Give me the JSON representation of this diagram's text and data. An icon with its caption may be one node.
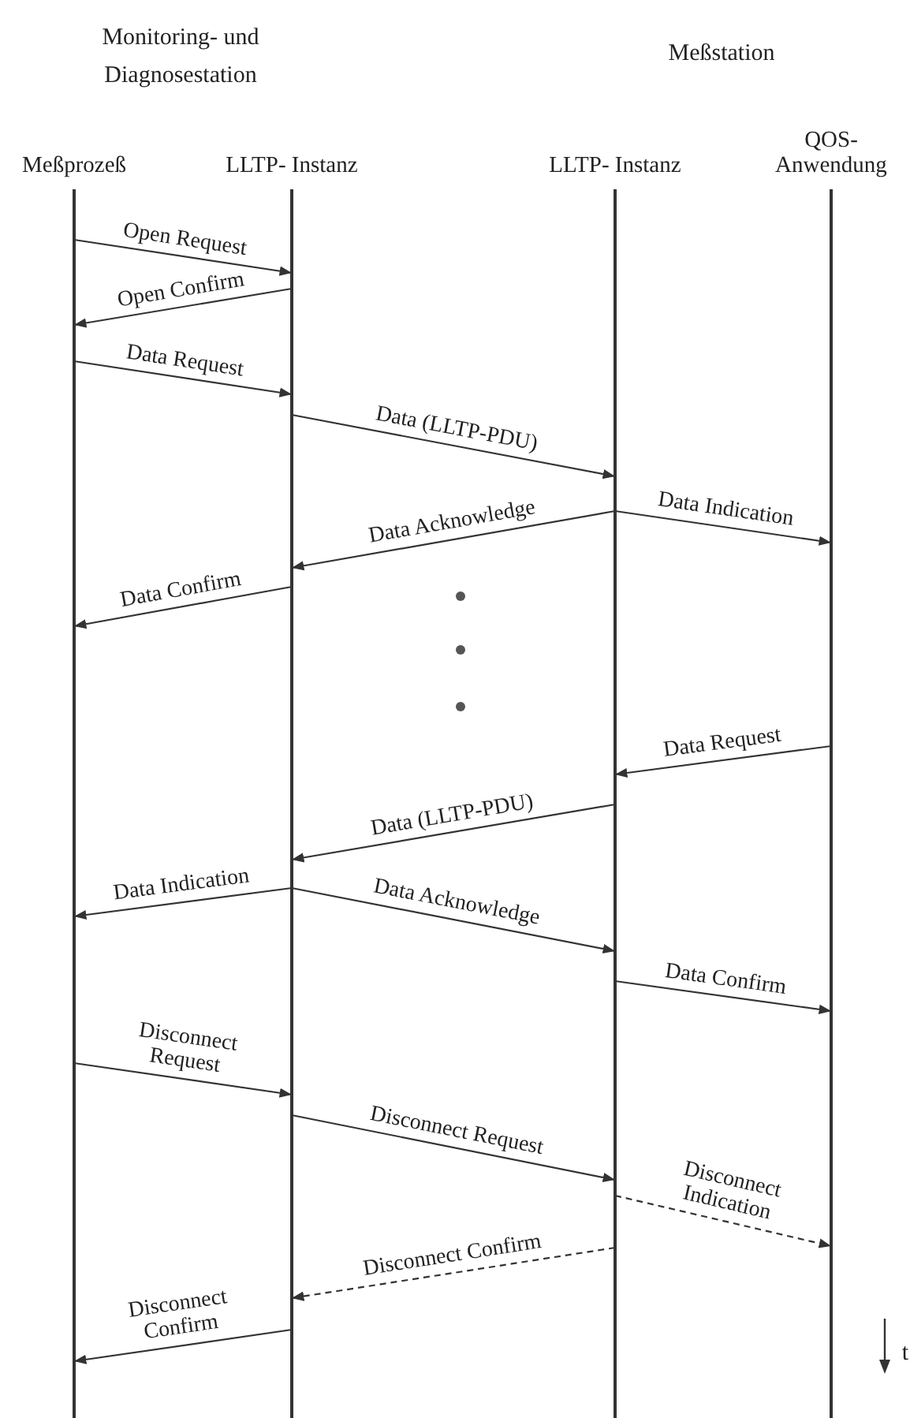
{
  "diagram": {
    "nodes": [
      {
        "text": [
          "Meßprozeß"
        ]
      },
      {
        "text": [
          "LLTP- Instanz"
        ]
      },
      {
        "text": [
          "LLTP- Instanz"
        ]
      },
      {
        "text": [
          "QOS- Anwendung"
        ]
      }
    ],
    "edges": [
      {
        "from": 0,
        "to": 1,
        "arrow": "to",
        "label": "Open Request"
      },
      {
        "from": 1,
        "to": 0,
        "arrow": "to",
        "label": "Open Confirm"
      },
      {
        "from": 0,
        "to": 1,
        "arrow": "to",
        "label": "Data Request"
      },
      {
        "from": 1,
        "to": 2,
        "arrow": "to",
        "label": "Data (LLTP-PDU)"
      },
      {
        "from": 2,
        "to": 3,
        "arrow": "to",
        "label": "Data Indication"
      },
      {
        "from": 2,
        "to": 1,
        "arrow": "to",
        "label": "Data Acknowledge"
      },
      {
        "from": 1,
        "to": 0,
        "arrow": "to",
        "label": "Data Confirm"
      },
      {
        "from": 3,
        "to": 2,
        "arrow": "to",
        "label": "Data Request"
      },
      {
        "from": 2,
        "to": 1,
        "arrow": "to",
        "label": "Data (LLTP-PDU)"
      },
      {
        "from": 1,
        "to": 0,
        "arrow": "to",
        "label": "Data Indication"
      },
      {
        "from": 1,
        "to": 2,
        "arrow": "to",
        "label": "Data Acknowledge"
      },
      {
        "from": 2,
        "to": 3,
        "arrow": "to",
        "label": "Data Confirm"
      },
      {
        "from": 0,
        "to": 1,
        "arrow": "to",
        "label": "Disconnect Request"
      },
      {
        "from": 1,
        "to": 2,
        "arrow": "to",
        "label": "Disconnect Request"
      },
      {
        "from": 2,
        "to": 3,
        "arrow": "to",
        "label": "Disconnect Indication",
        "style": "dashed"
      },
      {
        "from": 2,
        "to": 1,
        "arrow": "to",
        "label": "Disconnect Confirm",
        "style": "dashed"
      },
      {
        "from": 1,
        "to": 0,
        "arrow": "to",
        "label": "Disconnect Confirm"
      }
    ],
    "labels": [
      "Monitoring- und Diagnosestation",
      "Meßstation",
      "t"
    ]
  }
}
